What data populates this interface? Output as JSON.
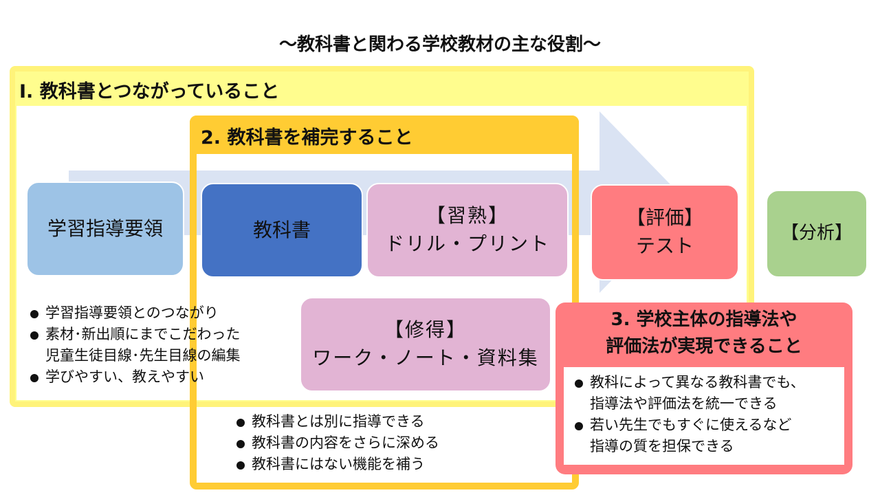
{
  "title": "～教科書と関わる学校教材の主な役割～",
  "colors": {
    "section1_frame": "#FFFD8E",
    "section2_frame": "#FFCC33",
    "section3_frame": "#FF7C80",
    "arrow": "#DAE3F3",
    "yoryo_box": "#9DC3E6",
    "kyokasho_box": "#4472C4",
    "practice_box": "#E2B4D4",
    "test_box": "#FF7C80",
    "bunseki_box": "#A9D18E"
  },
  "section1": {
    "heading": "I. 教科書とつながっていること",
    "bullets": [
      "学習指導要領とのつながり",
      "素材･新出順にまでこだわった",
      "児童生徒目線･先生目線の編集",
      "学びやすい、教えやすい"
    ]
  },
  "section2": {
    "heading": "2. 教科書を補完すること",
    "bullets": [
      "教科書とは別に指導できる",
      "教科書の内容をさらに深める",
      "教科書にはない機能を補う"
    ]
  },
  "section3": {
    "heading_line1": "3. 学校主体の指導法や",
    "heading_line2": "評価法が実現できること",
    "bullets": [
      "教科によって異なる教科書でも、",
      "指導法や評価法を統一できる",
      "若い先生でもすぐに使えるなど",
      "指導の質を担保できる"
    ]
  },
  "boxes": {
    "yoryo": "学習指導要領",
    "kyokasho": "教科書",
    "drill_label": "【習熟】",
    "drill_text": "ドリル・プリント",
    "test_label": "【評価】",
    "test_text": "テスト",
    "bunseki": "【分析】",
    "shutoku_label": "【修得】",
    "shutoku_text": "ワーク・ノート・資料集"
  }
}
